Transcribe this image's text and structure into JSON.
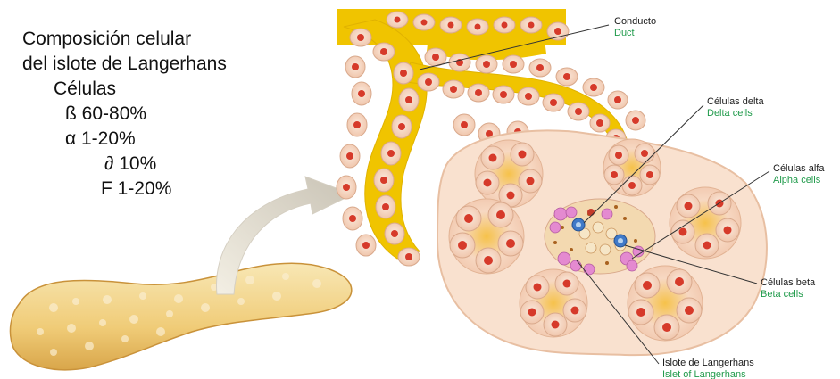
{
  "composition": {
    "title_line1": "Composición celular",
    "title_line2": "del islote de Langerhans",
    "cells_heading": "Células",
    "beta": "ß 60-80%",
    "alpha": "α 1-20%",
    "delta": "∂  10%",
    "f": "F 1-20%"
  },
  "labels": {
    "duct_es": "Conducto",
    "duct_en": "Duct",
    "delta_es": "Células delta",
    "delta_en": "Delta cells",
    "alpha_es": "Células alfa",
    "alpha_en": "Alpha cells",
    "beta_es": "Células beta",
    "beta_en": "Beta cells",
    "islet_es": "Islote de Langerhans",
    "islet_en": "Islet of Langerhans"
  },
  "colors": {
    "label_en": "#1f9a4a",
    "duct_yellow": "#f0c400",
    "cell_pink": "#f7d6c4",
    "nucleus_red": "#d63a2a",
    "alpha_cell": "#e48ad0",
    "delta_cell": "#3f79c8"
  }
}
